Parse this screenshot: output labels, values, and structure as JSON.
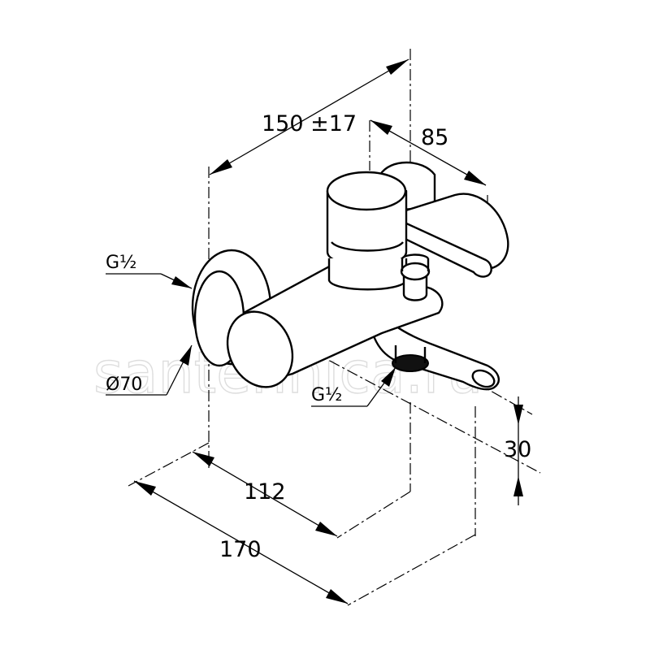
{
  "dimensions": {
    "d150": "150 ±17",
    "d85": "85",
    "d112": "112",
    "d170": "170",
    "d30": "30"
  },
  "labels": {
    "thread_inlet": "G½",
    "thread_outlet": "G½",
    "flange_diameter": "Ø70"
  },
  "watermark": "santehnica.ru"
}
